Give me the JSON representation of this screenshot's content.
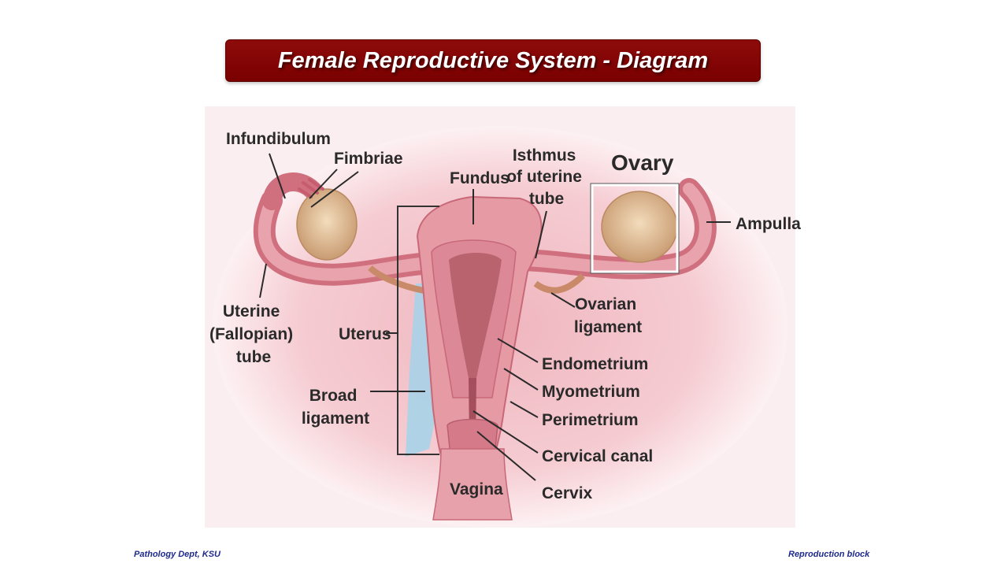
{
  "title": "Female Reproductive System - Diagram",
  "labels": {
    "infundibulum": "Infundibulum",
    "fimbriae": "Fimbriae",
    "fundus": "Fundus",
    "isthmus": [
      "Isthmus",
      "of uterine",
      "tube"
    ],
    "ovary": "Ovary",
    "ampulla": "Ampulla",
    "uterine_tube": [
      "Uterine",
      "(Fallopian)",
      "tube"
    ],
    "ovarian_ligament": [
      "Ovarian",
      "ligament"
    ],
    "uterus": "Uterus",
    "endometrium": "Endometrium",
    "myometrium": "Myometrium",
    "broad_ligament": [
      "Broad",
      "ligament"
    ],
    "perimetrium": "Perimetrium",
    "cervical_canal": "Cervical canal",
    "vagina": "Vagina",
    "cervix": "Cervix"
  },
  "footer": {
    "left": "Pathology Dept, KSU",
    "right": "Reproduction  block"
  },
  "colors": {
    "title_bar": "#7a0000",
    "title_text": "#ffffff",
    "tissue_pink": "#e59aa4",
    "background_pink": "#f6d3d8",
    "ovary_tan": "#e2c09a",
    "broad_ligament_blue": "#a9d3e8",
    "footer_text": "#1f2a8c"
  }
}
